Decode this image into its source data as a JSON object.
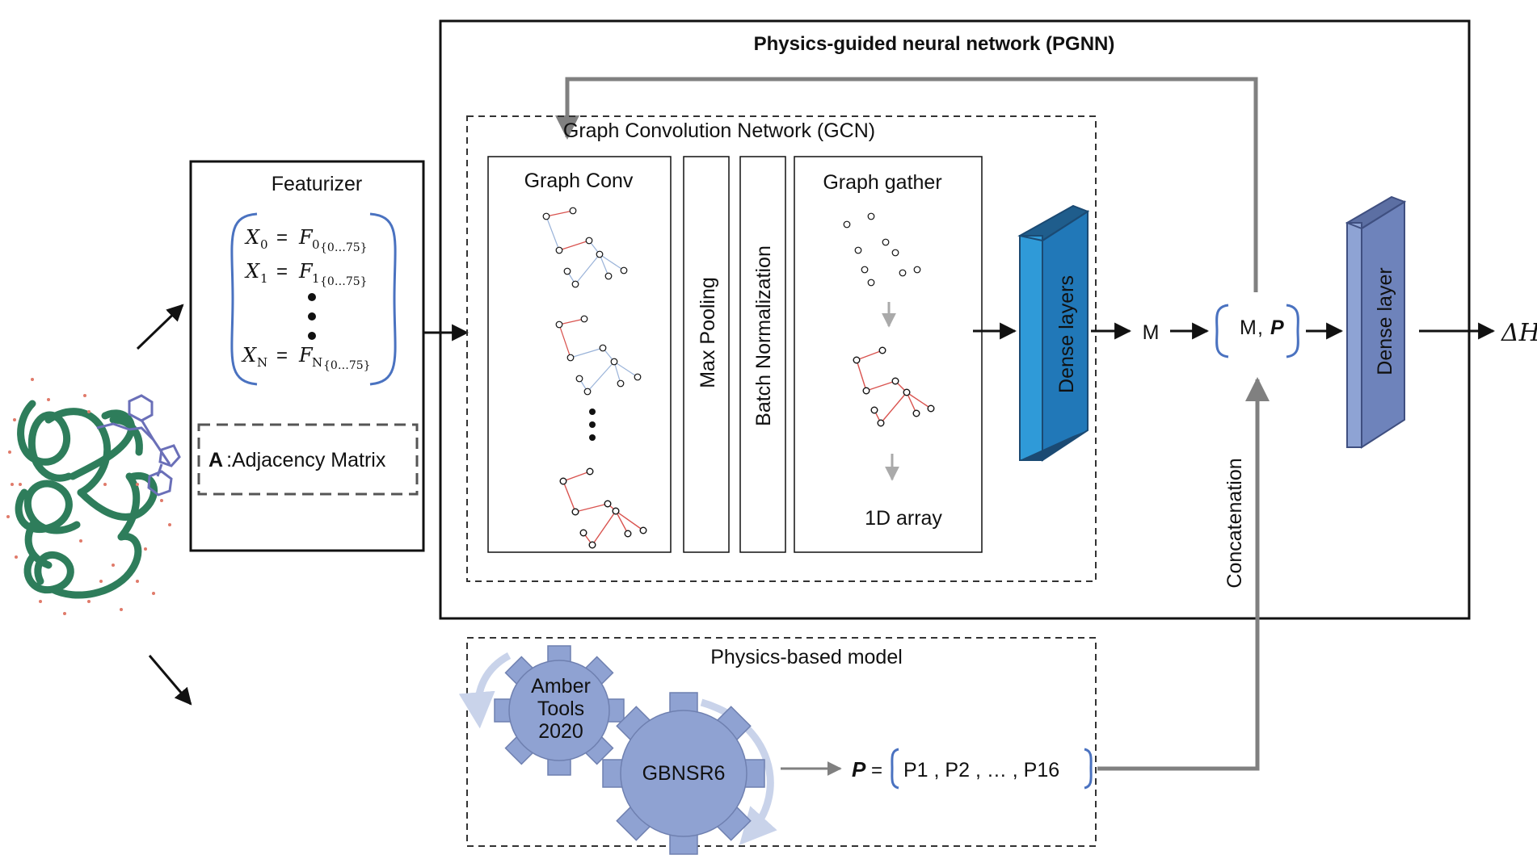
{
  "pgnn": {
    "title": "Physics-guided neural network (PGNN)"
  },
  "featurizer": {
    "title": "Featurizer",
    "rows": [
      {
        "lhs": "X",
        "lhs_sub": "0",
        "rhs": "F",
        "rhs_sub": "0",
        "rhs_subsub": "{0…75}"
      },
      {
        "lhs": "X",
        "lhs_sub": "1",
        "rhs": "F",
        "rhs_sub": "1",
        "rhs_subsub": "{0…75}"
      },
      {
        "lhs": "X",
        "lhs_sub": "N",
        "rhs": "F",
        "rhs_sub": "N",
        "rhs_subsub": "{0…75}"
      }
    ],
    "equals": "=",
    "adjacency_bold": "A",
    "adjacency_label": ":Adjacency Matrix"
  },
  "gcn": {
    "title": "Graph Convolution Network (GCN)",
    "graph_conv": "Graph Conv",
    "max_pooling": "Max Pooling",
    "batch_norm": "Batch Normalization",
    "graph_gather": "Graph gather",
    "array_1d": "1D array"
  },
  "dense_layers": "Dense layers",
  "dense_layer": "Dense layer",
  "m_label": "M",
  "concat_m": "M",
  "concat_comma": ",",
  "concat_p": "P",
  "concatenation": "Concatenation",
  "output": "ΔH",
  "physics": {
    "title": "Physics-based model",
    "gear1": [
      "Amber",
      "Tools",
      "2020"
    ],
    "gear2": "GBNSR6",
    "p_symbol": "P",
    "p_equals": "=",
    "p_values": "P1 , P2 , … , P16"
  },
  "colors": {
    "dense_blue": "#2f9ad8",
    "dense_layer": "#7f94c4",
    "bracket": "#4a72c0",
    "gear": "#8fa2d2",
    "graph_edge": "#d9534f",
    "arrow_gray": "#808080",
    "protein": "#2e7d5b"
  }
}
